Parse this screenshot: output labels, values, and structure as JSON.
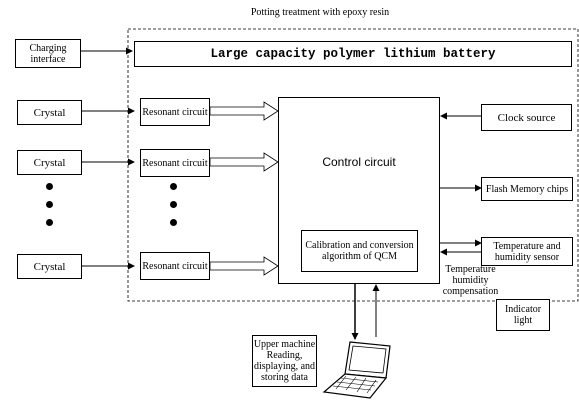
{
  "potting_label": "Potting treatment with epoxy resin",
  "battery_label": "Large capacity polymer lithium battery",
  "charging_label": "Charging interface",
  "crystal_labels": [
    "Crystal",
    "Crystal",
    "Crystal"
  ],
  "resonant_labels": [
    "Resonant circuit",
    "Resonant circuit",
    "Resonant circuit"
  ],
  "control_label": "Control circuit",
  "calibration_label": "Calibration and conversion algorithm of QCM",
  "clock_label": "Clock source",
  "flash_label": "Flash Memory chips",
  "temp_sensor_label": "Temperature and humidity sensor",
  "temp_comp_label": "Temperature humidity compensation",
  "indicator_label": "Indicator light",
  "upper_machine_label": "Upper machine Reading, displaying, and storing data",
  "laptop_icon": "laptop-icon"
}
